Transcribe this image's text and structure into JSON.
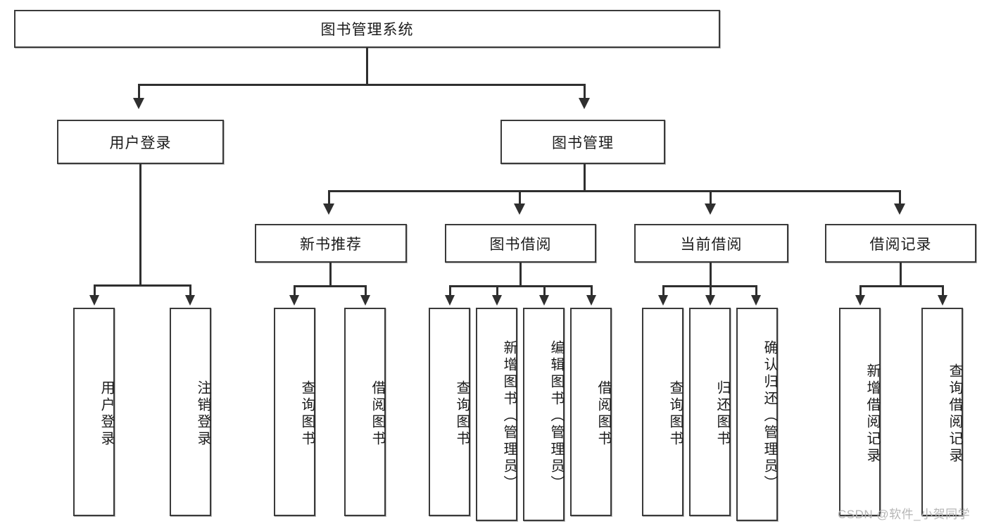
{
  "diagram": {
    "type": "tree",
    "orientation": "top-down",
    "root": {
      "label": "图书管理系统"
    },
    "level2": [
      {
        "label": "用户登录"
      },
      {
        "label": "图书管理"
      }
    ],
    "level3": [
      {
        "label": "新书推荐"
      },
      {
        "label": "图书借阅"
      },
      {
        "label": "当前借阅"
      },
      {
        "label": "借阅记录"
      }
    ],
    "leaves": {
      "user_login": [
        {
          "label": "用户登录"
        },
        {
          "label": "注销登录"
        }
      ],
      "new_book_recommend": [
        {
          "label": "查询图书"
        },
        {
          "label": "借阅图书"
        }
      ],
      "book_borrow": [
        {
          "label": "查询图书"
        },
        {
          "label": "新增图书（管理员）"
        },
        {
          "label": "编辑图书（管理员）"
        },
        {
          "label": "借阅图书"
        }
      ],
      "current_borrow": [
        {
          "label": "查询图书"
        },
        {
          "label": "归还图书"
        },
        {
          "label": "确认归还（管理员）"
        }
      ],
      "borrow_record": [
        {
          "label": "新增借阅记录"
        },
        {
          "label": "查询借阅记录"
        }
      ]
    }
  },
  "watermark": {
    "text": "CSDN @软件_小贺同学"
  },
  "colors": {
    "box_border": "#3a3a3a",
    "box_fill": "#ffffff",
    "edge": "#2f2f2f",
    "text": "#1b1b1b",
    "watermark": "#b6b6b6",
    "background": "#ffffff"
  }
}
